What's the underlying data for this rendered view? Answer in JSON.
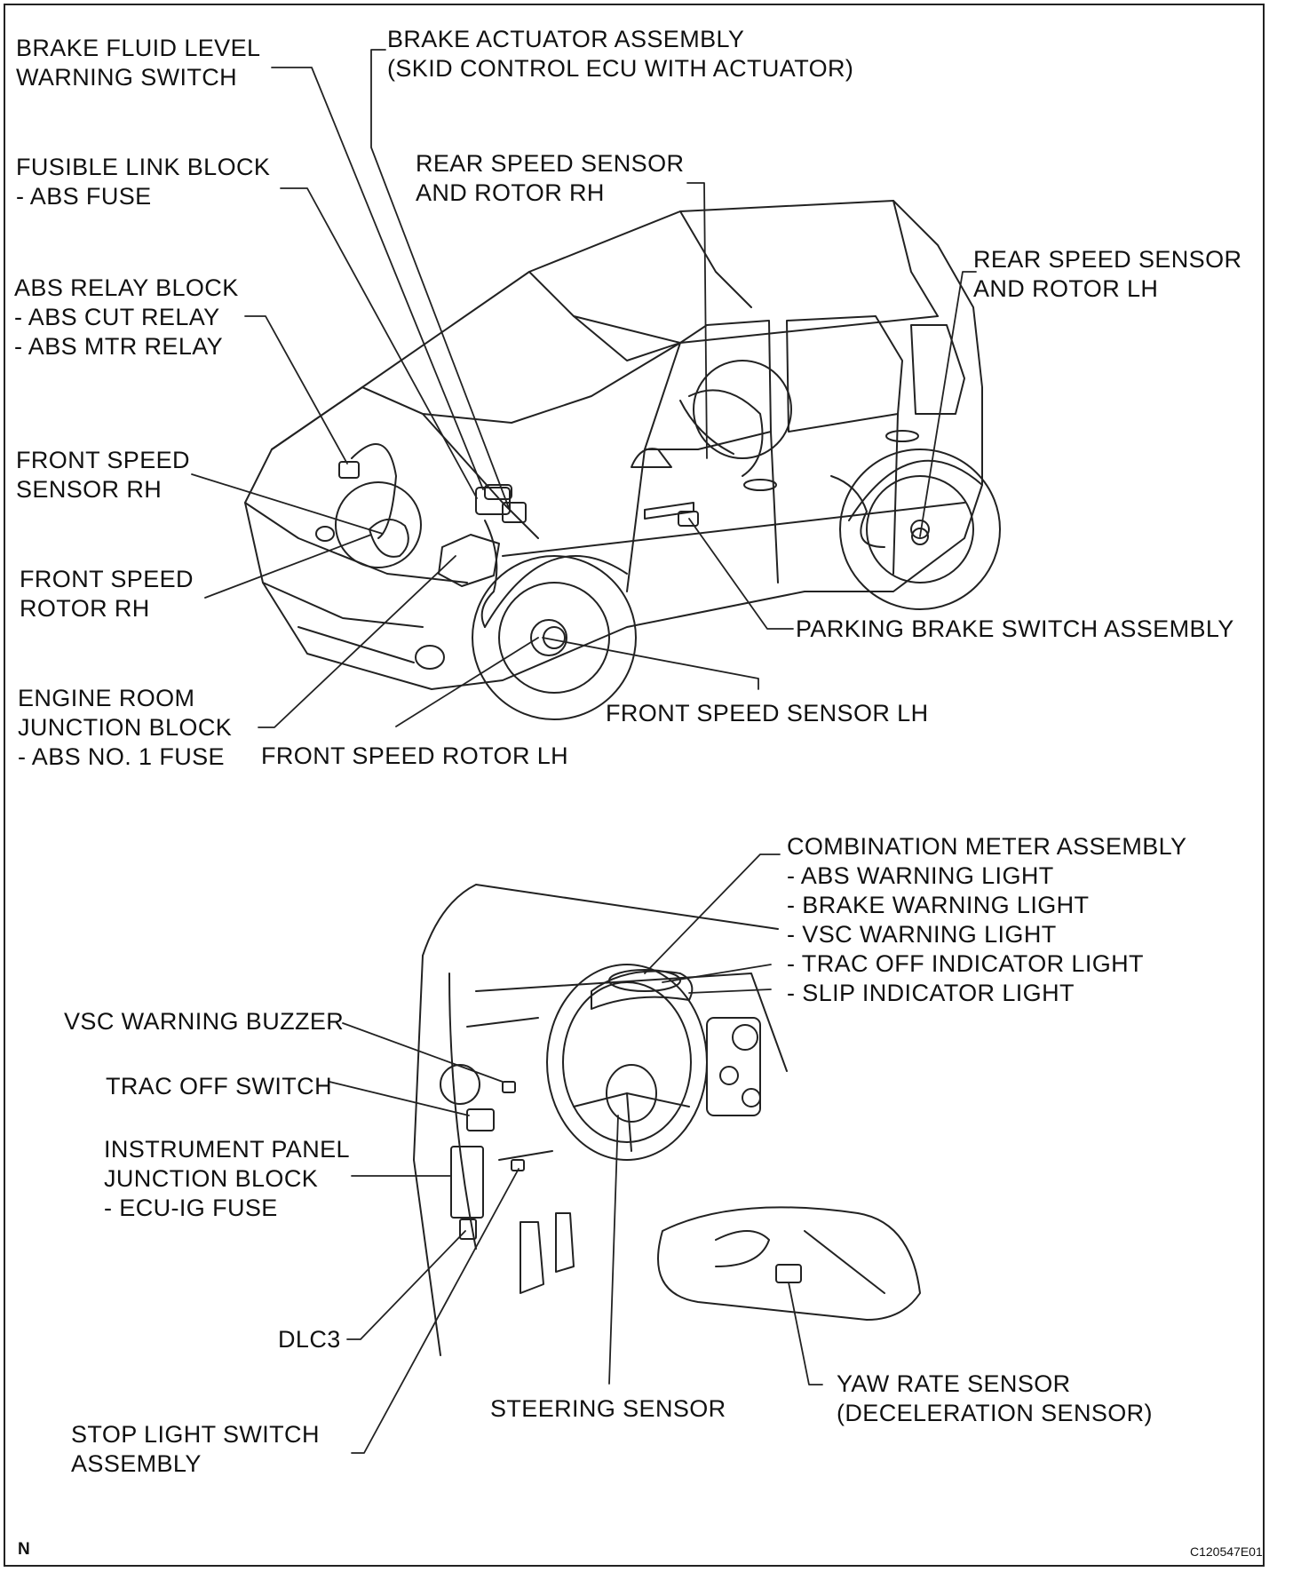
{
  "labels": {
    "brake_fluid_level_warning_switch": [
      "BRAKE FLUID LEVEL",
      "WARNING SWITCH"
    ],
    "brake_actuator_assembly": [
      "BRAKE ACTUATOR ASSEMBLY",
      "(SKID CONTROL ECU WITH ACTUATOR)"
    ],
    "fusible_link_block": [
      "FUSIBLE LINK BLOCK",
      "- ABS FUSE"
    ],
    "rear_speed_sensor_rh": [
      "REAR SPEED SENSOR",
      "AND ROTOR RH"
    ],
    "rear_speed_sensor_lh": [
      "REAR SPEED SENSOR",
      "AND ROTOR LH"
    ],
    "abs_relay_block": [
      "ABS RELAY BLOCK",
      "- ABS CUT RELAY",
      "- ABS MTR RELAY"
    ],
    "front_speed_sensor_rh": [
      "FRONT SPEED",
      "SENSOR RH"
    ],
    "front_speed_rotor_rh": [
      "FRONT SPEED",
      "ROTOR RH"
    ],
    "parking_brake_switch_assembly": [
      "PARKING BRAKE SWITCH ASSEMBLY"
    ],
    "engine_room_junction_block": [
      "ENGINE ROOM",
      "JUNCTION BLOCK",
      "- ABS NO. 1 FUSE"
    ],
    "front_speed_sensor_lh": [
      "FRONT SPEED SENSOR LH"
    ],
    "front_speed_rotor_lh": [
      "FRONT SPEED ROTOR LH"
    ],
    "combination_meter_assembly": [
      "COMBINATION METER ASSEMBLY",
      "- ABS WARNING LIGHT",
      "- BRAKE WARNING LIGHT",
      "- VSC WARNING LIGHT",
      "- TRAC OFF INDICATOR LIGHT",
      "- SLIP INDICATOR LIGHT"
    ],
    "vsc_warning_buzzer": [
      "VSC WARNING BUZZER"
    ],
    "trac_off_switch": [
      "TRAC OFF SWITCH"
    ],
    "instrument_panel_junction_block": [
      "INSTRUMENT PANEL",
      "JUNCTION BLOCK",
      "- ECU-IG FUSE"
    ],
    "dlc3": [
      "DLC3"
    ],
    "steering_sensor": [
      "STEERING SENSOR"
    ],
    "yaw_rate_sensor": [
      "YAW RATE SENSOR",
      "(DECELERATION SENSOR)"
    ],
    "stop_light_switch_assembly": [
      "STOP LIGHT SWITCH",
      "ASSEMBLY"
    ]
  },
  "corner_mark": "N",
  "figure_code": "C120547E01"
}
